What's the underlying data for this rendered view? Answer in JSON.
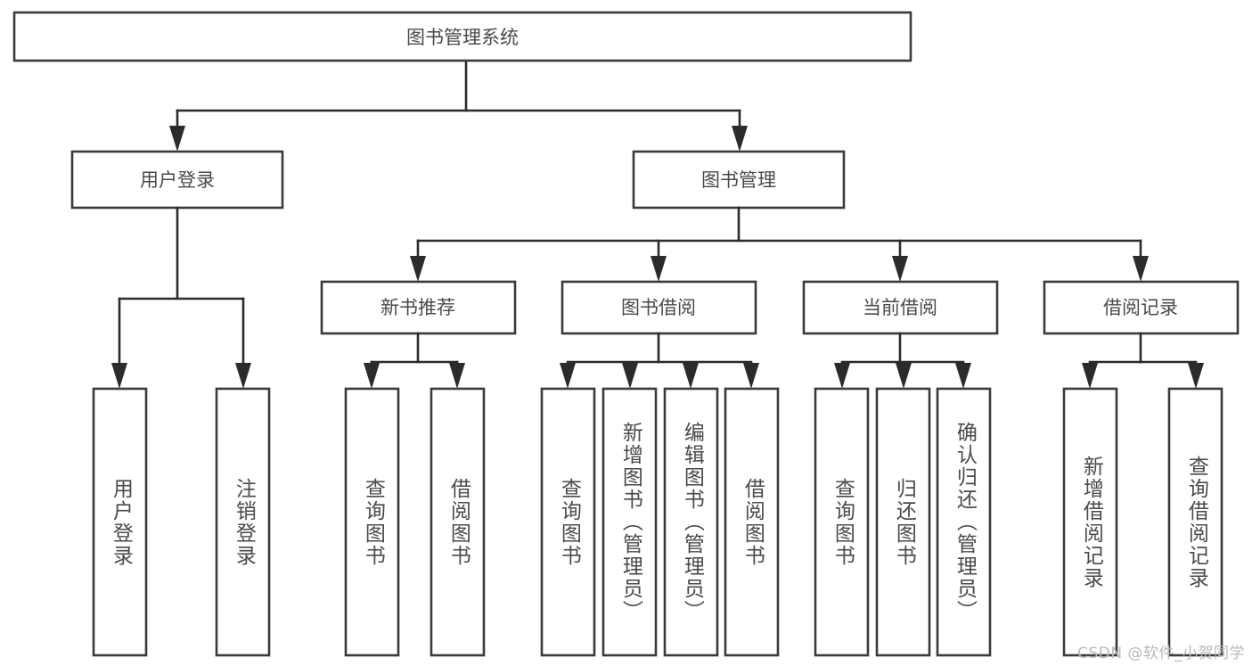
{
  "diagram": {
    "type": "tree",
    "title": "图书管理系统",
    "root": {
      "label": "图书管理系统"
    },
    "level2": [
      {
        "label": "用户登录"
      },
      {
        "label": "图书管理"
      }
    ],
    "level3": [
      {
        "label": "新书推荐"
      },
      {
        "label": "图书借阅"
      },
      {
        "label": "当前借阅"
      },
      {
        "label": "借阅记录"
      }
    ],
    "leaves": {
      "user_login": [
        {
          "label": "用户登录"
        },
        {
          "label": "注销登录"
        }
      ],
      "new_book_recommend": [
        {
          "label": "查询图书"
        },
        {
          "label": "借阅图书"
        }
      ],
      "book_borrow": [
        {
          "label": "查询图书"
        },
        {
          "label": "新增图书（管理员）"
        },
        {
          "label": "编辑图书（管理员）"
        },
        {
          "label": "借阅图书"
        }
      ],
      "current_borrow": [
        {
          "label": "查询图书"
        },
        {
          "label": "归还图书"
        },
        {
          "label": "确认归还（管理员）"
        }
      ],
      "borrow_record": [
        {
          "label": "新增借阅记录"
        },
        {
          "label": "查询借阅记录"
        }
      ]
    },
    "watermark": "CSDN @软件_小贺同学",
    "colors": {
      "box_stroke": "#3a3a3a",
      "connector": "#2b2b2b",
      "text": "#4a4a4a",
      "background": "#ffffff",
      "watermark": "#b9b9b9"
    }
  }
}
